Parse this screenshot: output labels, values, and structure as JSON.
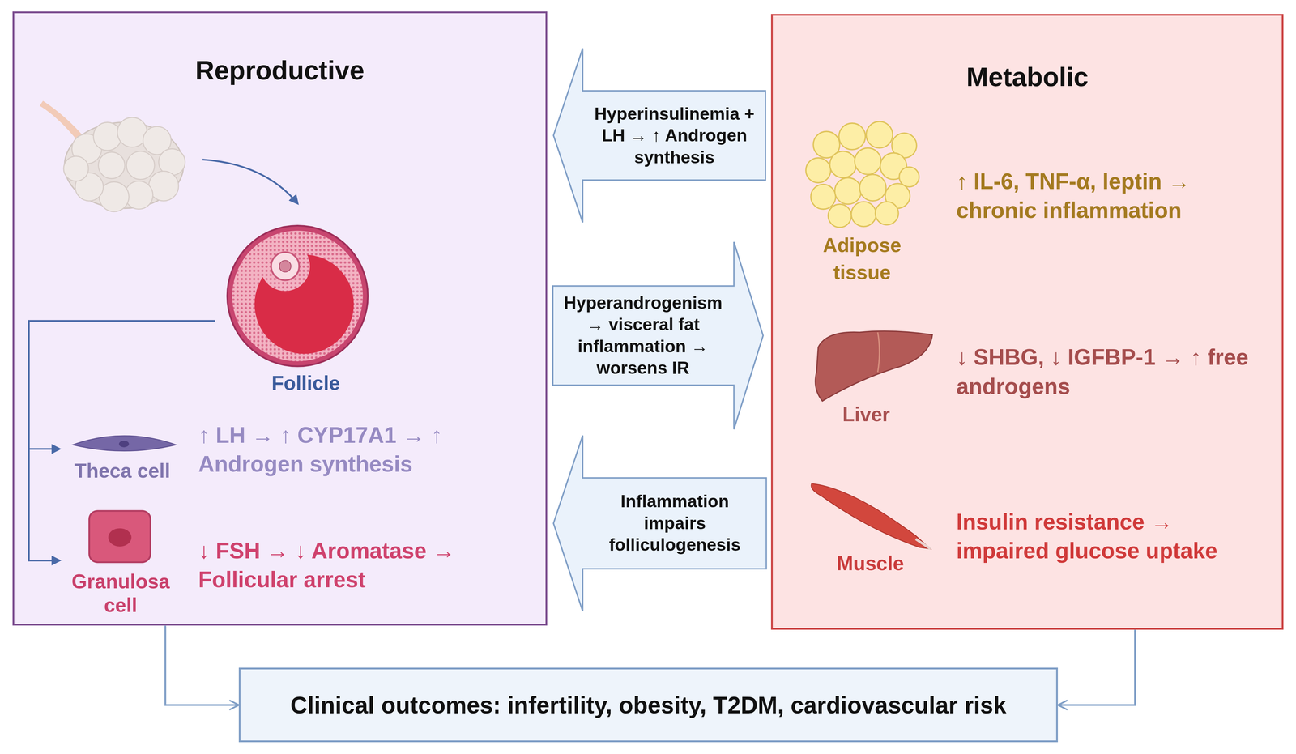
{
  "diagram": {
    "nodes": [
      {
        "text": [
          "Reproductive"
        ]
      },
      {
        "text": [
          "Hyperinsulinemia + LH → ↑ Androgen synthesis"
        ]
      },
      {
        "text": [
          "Hyperandrogenism → visceral fat inflammation → worsens IR"
        ]
      },
      {
        "text": [
          "Inflammation impairs folliculogenesis"
        ]
      },
      {
        "text": [
          "Metabolic"
        ]
      },
      {
        "text": [
          "Clinical outcomes: infertility, obesity, T2DM, cardiovascular risk"
        ]
      }
    ],
    "edges": [
      {
        "from": 0,
        "to": 5,
        "arrow": "to"
      },
      {
        "from": 4,
        "to": 5,
        "arrow": "to"
      }
    ],
    "labels": [
      "Follicle",
      "Theca cell",
      "↑ LH → ↑ CYP17A1 → ↑ Androgen synthesis",
      "Granulosa cell",
      "↓ FSH → ↓ Aromatase → Follicular arrest",
      "Adipose tissue",
      "↑ IL-6, TNF-α, leptin → chronic inflammation",
      "Liver",
      "↓ SHBG, ↓ IGFBP-1 → ↑ free androgens",
      "Muscle",
      "Insulin resistance → impaired glucose uptake"
    ]
  }
}
